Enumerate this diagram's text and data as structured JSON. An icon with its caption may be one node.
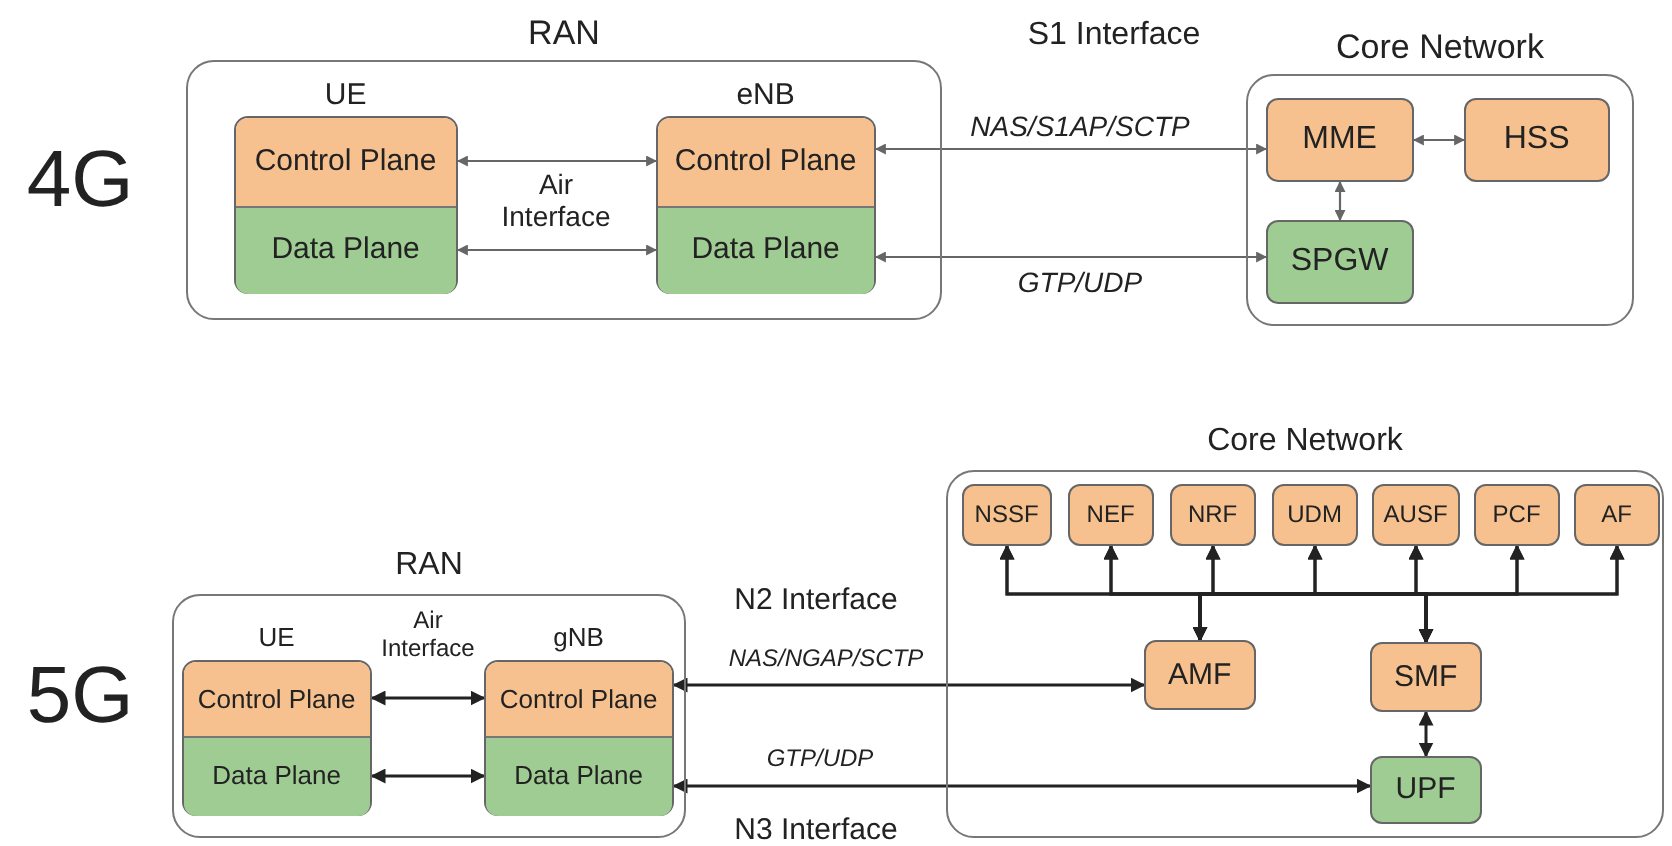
{
  "diagram": {
    "nodes": [
      {
        "text": [
          "RAN"
        ]
      },
      {
        "text": [
          "UE"
        ],
        "in": 0
      },
      {
        "text": [
          "Control Plane"
        ],
        "in": 1
      },
      {
        "text": [
          "Data Plane"
        ],
        "in": 1
      },
      {
        "text": [
          "eNB"
        ],
        "in": 0
      },
      {
        "text": [
          "Control Plane"
        ],
        "in": 4
      },
      {
        "text": [
          "Data Plane"
        ],
        "in": 4
      },
      {
        "text": [
          "Core Network"
        ]
      },
      {
        "text": [
          "MME"
        ],
        "in": 7
      },
      {
        "text": [
          "HSS"
        ],
        "in": 7
      },
      {
        "text": [
          "SPGW"
        ],
        "in": 7
      },
      {
        "text": [
          "RAN"
        ]
      },
      {
        "text": [
          "UE"
        ],
        "in": 11
      },
      {
        "text": [
          "Control Plane"
        ],
        "in": 12
      },
      {
        "text": [
          "Data Plane"
        ],
        "in": 12
      },
      {
        "text": [
          "gNB"
        ],
        "in": 11
      },
      {
        "text": [
          "Control Plane"
        ],
        "in": 15
      },
      {
        "text": [
          "Data Plane"
        ],
        "in": 15
      },
      {
        "text": [
          "Core Network"
        ]
      },
      {
        "text": [
          "NSSF"
        ],
        "in": 18
      },
      {
        "text": [
          "NEF"
        ],
        "in": 18
      },
      {
        "text": [
          "NRF"
        ],
        "in": 18
      },
      {
        "text": [
          "UDM"
        ],
        "in": 18
      },
      {
        "text": [
          "AUSF"
        ],
        "in": 18
      },
      {
        "text": [
          "PCF"
        ],
        "in": 18
      },
      {
        "text": [
          "AF"
        ],
        "in": 18
      },
      {
        "text": [
          "AMF"
        ],
        "in": 18
      },
      {
        "text": [
          "SMF"
        ],
        "in": 18
      },
      {
        "text": [
          "UPF"
        ],
        "in": 18
      }
    ],
    "edges": [
      {
        "from": 2,
        "to": 5,
        "arrow": "both",
        "color": "#666666"
      },
      {
        "from": 3,
        "to": 6,
        "arrow": "both",
        "color": "#666666"
      },
      {
        "from": 5,
        "to": 8,
        "arrow": "both",
        "label": "NAS/S1AP/SCTP",
        "color": "#666666"
      },
      {
        "from": 6,
        "to": 10,
        "arrow": "both",
        "label": "GTP/UDP",
        "color": "#666666"
      },
      {
        "from": 8,
        "to": 9,
        "arrow": "both",
        "color": "#666666"
      },
      {
        "from": 8,
        "to": 10,
        "arrow": "both",
        "color": "#666666"
      },
      {
        "from": 13,
        "to": 16,
        "arrow": "both"
      },
      {
        "from": 14,
        "to": 17,
        "arrow": "both"
      },
      {
        "from": 16,
        "to": 26,
        "arrow": "both",
        "label": "NAS/NGAP/SCTP"
      },
      {
        "from": 17,
        "to": 28,
        "arrow": "both",
        "label": "GTP/UDP"
      },
      {
        "from": 27,
        "to": 28,
        "arrow": "both"
      },
      {
        "from": 26,
        "to": 19,
        "arrow": "both"
      },
      {
        "from": 26,
        "to": 20,
        "arrow": "both"
      },
      {
        "from": 26,
        "to": 21,
        "arrow": "both"
      },
      {
        "from": 26,
        "to": 22,
        "arrow": "both"
      },
      {
        "from": 26,
        "to": 23,
        "arrow": "both"
      },
      {
        "from": 26,
        "to": 24,
        "arrow": "both"
      },
      {
        "from": 26,
        "to": 25,
        "arrow": "both"
      },
      {
        "from": 27,
        "to": 19,
        "arrow": "both"
      },
      {
        "from": 27,
        "to": 20,
        "arrow": "both"
      },
      {
        "from": 27,
        "to": 21,
        "arrow": "both"
      },
      {
        "from": 27,
        "to": 22,
        "arrow": "both"
      },
      {
        "from": 27,
        "to": 23,
        "arrow": "both"
      },
      {
        "from": 27,
        "to": 24,
        "arrow": "both"
      },
      {
        "from": 27,
        "to": 25,
        "arrow": "both"
      }
    ],
    "labels": [
      "4G",
      "S1 Interface",
      "Air Interface",
      "5G",
      "Air Interface",
      "N2 Interface",
      "N3 Interface"
    ]
  }
}
